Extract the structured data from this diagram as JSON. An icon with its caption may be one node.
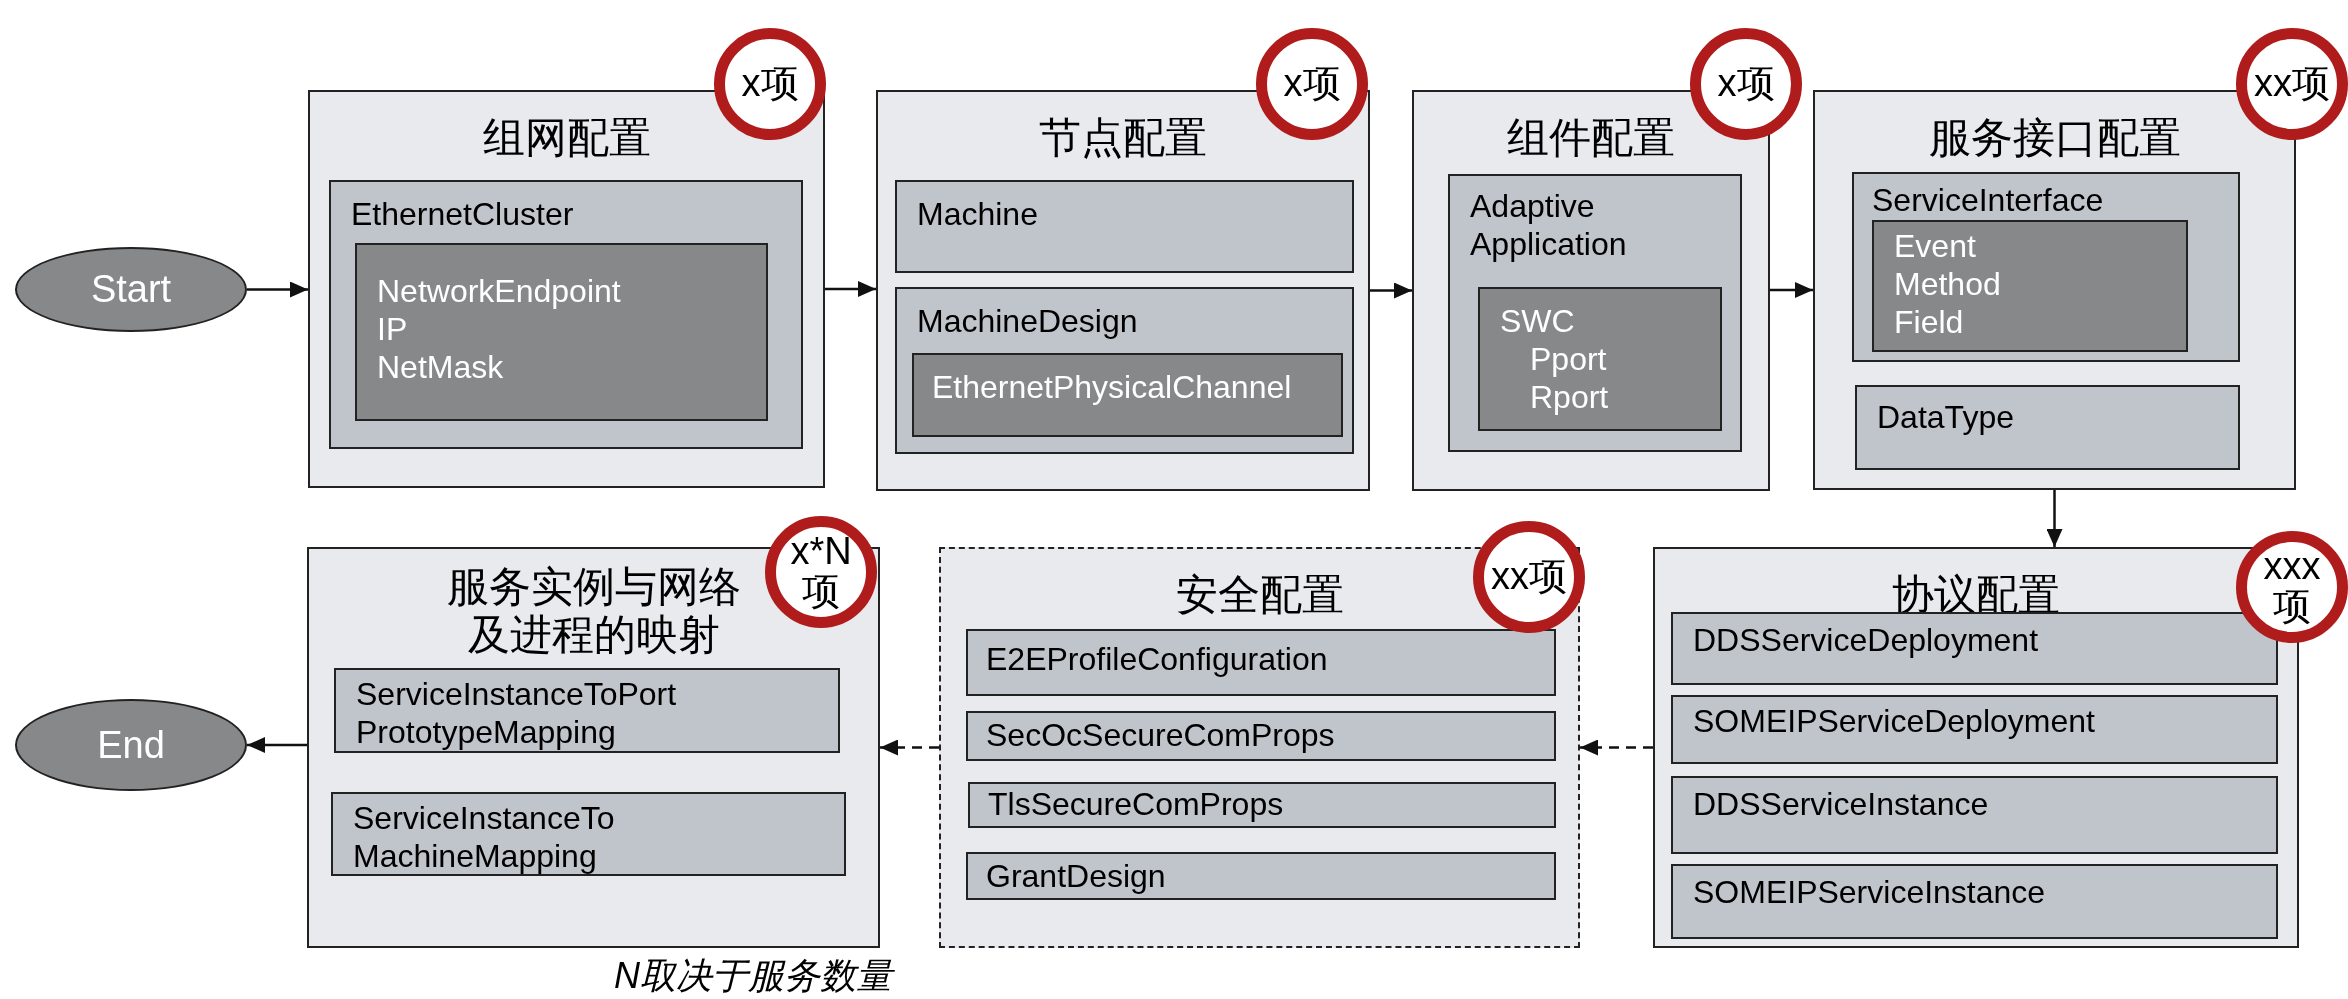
{
  "diagram": {
    "nodes": [
      {
        "text": [
          "Start"
        ]
      },
      {
        "text": [
          "组网配置"
        ]
      },
      {
        "text": [
          "x项"
        ]
      },
      {
        "text": [
          "EthernetCluster"
        ],
        "in": 1
      },
      {
        "text": [
          "NetworkEndpoint",
          "IP",
          "NetMask"
        ],
        "in": 3
      },
      {
        "text": [
          "节点配置"
        ]
      },
      {
        "text": [
          "x项"
        ]
      },
      {
        "text": [
          "Machine"
        ],
        "in": 5
      },
      {
        "text": [
          "MachineDesign"
        ],
        "in": 5
      },
      {
        "text": [
          "EthernetPhysicalChannel"
        ],
        "in": 8
      },
      {
        "text": [
          "组件配置"
        ]
      },
      {
        "text": [
          "x项"
        ]
      },
      {
        "text": [
          "Adaptive Application"
        ],
        "in": 10
      },
      {
        "text": [
          "SWC",
          "Pport",
          "Rport"
        ],
        "in": 12
      },
      {
        "text": [
          "服务接口配置"
        ]
      },
      {
        "text": [
          "xx项"
        ]
      },
      {
        "text": [
          "ServiceInterface"
        ],
        "in": 14
      },
      {
        "text": [
          "Event",
          "Method",
          "Field"
        ],
        "in": 16
      },
      {
        "text": [
          "DataType"
        ],
        "in": 14
      },
      {
        "text": [
          "服务实例与网络及进程的映射"
        ]
      },
      {
        "text": [
          "x*N项"
        ]
      },
      {
        "text": [
          "ServiceInstanceToPort PrototypeMapping"
        ],
        "in": 19
      },
      {
        "text": [
          "ServiceInstanceTo MachineMapping"
        ],
        "in": 19
      },
      {
        "text": [
          "End"
        ]
      },
      {
        "text": [
          "安全配置"
        ]
      },
      {
        "text": [
          "xx项"
        ]
      },
      {
        "text": [
          "E2EProfileConfiguration"
        ],
        "in": 24
      },
      {
        "text": [
          "SecOcSecureComProps"
        ],
        "in": 24
      },
      {
        "text": [
          "TlsSecureComProps"
        ],
        "in": 24
      },
      {
        "text": [
          "GrantDesign"
        ],
        "in": 24
      },
      {
        "text": [
          "协议配置"
        ]
      },
      {
        "text": [
          "xxx项"
        ]
      },
      {
        "text": [
          "DDSServiceDeployment"
        ],
        "in": 30
      },
      {
        "text": [
          "SOMEIPServiceDeployment"
        ],
        "in": 30
      },
      {
        "text": [
          "DDSServiceInstance"
        ],
        "in": 30
      },
      {
        "text": [
          "SOMEIPServiceInstance"
        ],
        "in": 30
      }
    ],
    "edges": [
      {
        "from": 0,
        "to": 1,
        "arrow": "to"
      },
      {
        "from": 1,
        "to": 5,
        "arrow": "to"
      },
      {
        "from": 5,
        "to": 10,
        "arrow": "to"
      },
      {
        "from": 10,
        "to": 14,
        "arrow": "to"
      },
      {
        "from": 14,
        "to": 30,
        "arrow": "to"
      },
      {
        "from": 30,
        "to": 24,
        "arrow": "to",
        "style": "dashed"
      },
      {
        "from": 24,
        "to": 19,
        "arrow": "to",
        "style": "dashed"
      },
      {
        "from": 19,
        "to": 23,
        "arrow": "to"
      }
    ],
    "labels": [
      "N取决于服务数量"
    ]
  }
}
